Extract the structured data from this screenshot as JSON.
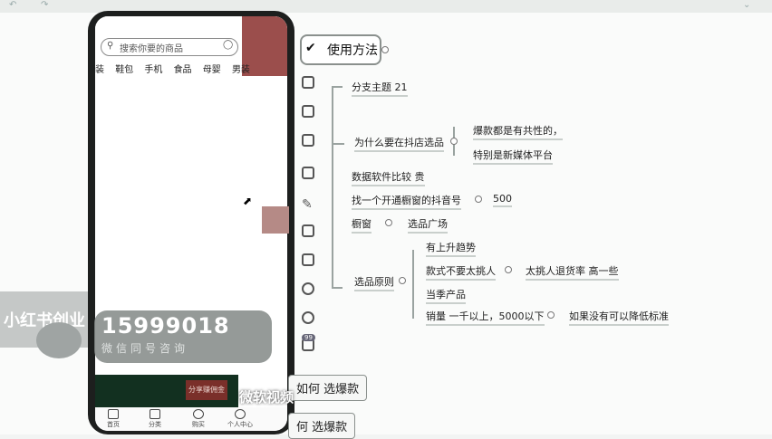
{
  "mindmap": {
    "root": "使用方法",
    "branch1": "分支主题 21",
    "why": "为什么要在抖店选品",
    "why_children": [
      "爆款都是有共性的，",
      "特别是新媒体平台"
    ],
    "data_software": "数据软件比较 贵",
    "find_account": "找一个开通橱窗的抖音号",
    "find_account_value": "500",
    "window": "橱窗",
    "window_child": "选品广场",
    "principle": "选品原则",
    "principle_children": [
      "有上升趋势",
      "款式不要太挑人",
      "当季产品",
      "销量 一千以上，5000以下"
    ],
    "principle_notes": [
      "太挑人退货率 高一些",
      "如果没有可以降低标准"
    ],
    "bottom_items": [
      "如何 选爆款",
      "何 选爆款"
    ]
  },
  "phone": {
    "search_placeholder": "搜索你要的商品",
    "categories": [
      "装",
      "鞋包",
      "手机",
      "食品",
      "母婴",
      "男装"
    ],
    "buy_button": "分享赚佣金",
    "tabs": [
      "首页",
      "分类",
      "购买",
      "个人中心"
    ]
  },
  "overlay": {
    "brand": "小红书创业",
    "phone_number": "15999018",
    "subtitle": "微信同号咨询",
    "caption": "微软视频",
    "cart_badge": "99"
  }
}
